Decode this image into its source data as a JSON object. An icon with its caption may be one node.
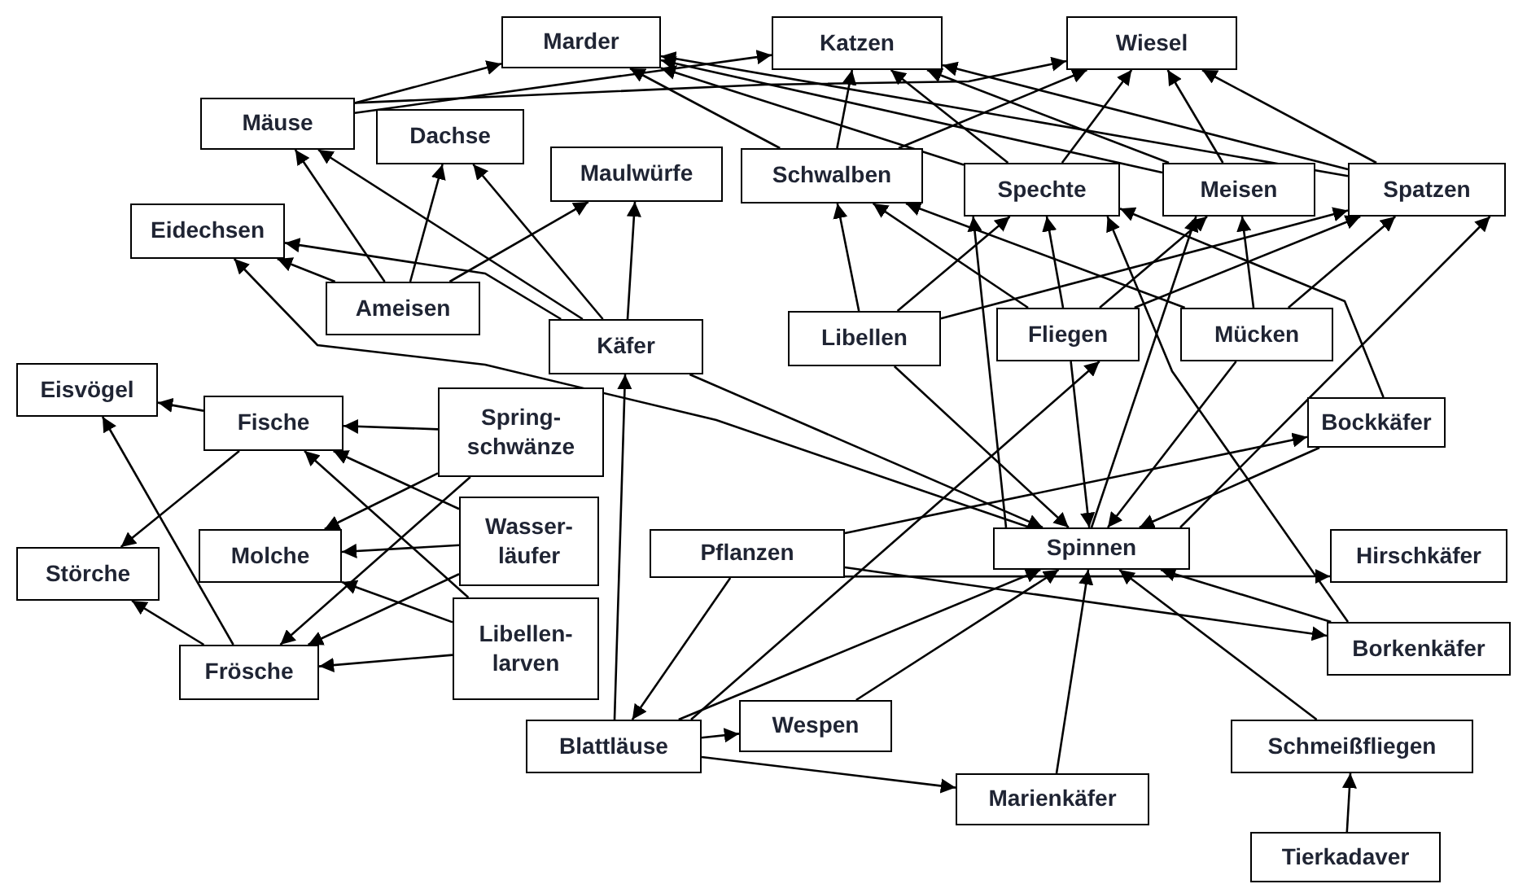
{
  "diagram": {
    "nodes": [
      {
        "text": [
          "Marder"
        ]
      },
      {
        "text": [
          "Katzen"
        ]
      },
      {
        "text": [
          "Wiesel"
        ]
      },
      {
        "text": [
          "Mäuse"
        ]
      },
      {
        "text": [
          "Dachse"
        ]
      },
      {
        "text": [
          "Maulwürfe"
        ]
      },
      {
        "text": [
          "Schwalben"
        ]
      },
      {
        "text": [
          "Spechte"
        ]
      },
      {
        "text": [
          "Meisen"
        ]
      },
      {
        "text": [
          "Spatzen"
        ]
      },
      {
        "text": [
          "Eidechsen"
        ]
      },
      {
        "text": [
          "Ameisen"
        ]
      },
      {
        "text": [
          "Käfer"
        ]
      },
      {
        "text": [
          "Libellen"
        ]
      },
      {
        "text": [
          "Fliegen"
        ]
      },
      {
        "text": [
          "Mücken"
        ]
      },
      {
        "text": [
          "Eisvögel"
        ]
      },
      {
        "text": [
          "Fische"
        ]
      },
      {
        "text": [
          "Spring- schwänze"
        ]
      },
      {
        "text": [
          "Bockkäfer"
        ]
      },
      {
        "text": [
          "Molche"
        ]
      },
      {
        "text": [
          "Wasser- läufer"
        ]
      },
      {
        "text": [
          "Pflanzen"
        ]
      },
      {
        "text": [
          "Spinnen"
        ]
      },
      {
        "text": [
          "Hirschkäfer"
        ]
      },
      {
        "text": [
          "Störche"
        ]
      },
      {
        "text": [
          "Libellen- larven"
        ]
      },
      {
        "text": [
          "Frösche"
        ]
      },
      {
        "text": [
          "Borkenkäfer"
        ]
      },
      {
        "text": [
          "Blattläuse"
        ]
      },
      {
        "text": [
          "Wespen"
        ]
      },
      {
        "text": [
          "Schmeißfliegen"
        ]
      },
      {
        "text": [
          "Marienkäfer"
        ]
      },
      {
        "text": [
          "Tierkadaver"
        ]
      }
    ],
    "edges": [
      {
        "from": 3,
        "to": 0,
        "arrow": "to"
      },
      {
        "from": 3,
        "to": 1,
        "arrow": "to"
      },
      {
        "from": 3,
        "to": 2,
        "arrow": "to"
      },
      {
        "from": 6,
        "to": 0,
        "arrow": "to"
      },
      {
        "from": 7,
        "to": 0,
        "arrow": "to"
      },
      {
        "from": 8,
        "to": 0,
        "arrow": "to"
      },
      {
        "from": 9,
        "to": 0,
        "arrow": "to"
      },
      {
        "from": 6,
        "to": 1,
        "arrow": "to"
      },
      {
        "from": 7,
        "to": 1,
        "arrow": "to"
      },
      {
        "from": 8,
        "to": 1,
        "arrow": "to"
      },
      {
        "from": 9,
        "to": 1,
        "arrow": "to"
      },
      {
        "from": 6,
        "to": 2,
        "arrow": "to"
      },
      {
        "from": 7,
        "to": 2,
        "arrow": "to"
      },
      {
        "from": 8,
        "to": 2,
        "arrow": "to"
      },
      {
        "from": 9,
        "to": 2,
        "arrow": "to"
      },
      {
        "from": 11,
        "to": 3,
        "arrow": "to"
      },
      {
        "from": 12,
        "to": 3,
        "arrow": "to"
      },
      {
        "from": 11,
        "to": 4,
        "arrow": "to"
      },
      {
        "from": 12,
        "to": 4,
        "arrow": "to"
      },
      {
        "from": 11,
        "to": 5,
        "arrow": "to"
      },
      {
        "from": 12,
        "to": 5,
        "arrow": "to"
      },
      {
        "from": 11,
        "to": 10,
        "arrow": "to"
      },
      {
        "from": 12,
        "to": 10,
        "arrow": "to"
      },
      {
        "from": 23,
        "to": 10,
        "arrow": "to"
      },
      {
        "from": 13,
        "to": 6,
        "arrow": "to"
      },
      {
        "from": 14,
        "to": 6,
        "arrow": "to"
      },
      {
        "from": 15,
        "to": 6,
        "arrow": "to"
      },
      {
        "from": 13,
        "to": 7,
        "arrow": "to"
      },
      {
        "from": 14,
        "to": 7,
        "arrow": "to"
      },
      {
        "from": 23,
        "to": 7,
        "arrow": "to"
      },
      {
        "from": 28,
        "to": 7,
        "arrow": "to"
      },
      {
        "from": 19,
        "to": 7,
        "arrow": "to"
      },
      {
        "from": 14,
        "to": 8,
        "arrow": "to"
      },
      {
        "from": 15,
        "to": 8,
        "arrow": "to"
      },
      {
        "from": 23,
        "to": 8,
        "arrow": "to"
      },
      {
        "from": 13,
        "to": 9,
        "arrow": "to"
      },
      {
        "from": 14,
        "to": 9,
        "arrow": "to"
      },
      {
        "from": 15,
        "to": 9,
        "arrow": "to"
      },
      {
        "from": 23,
        "to": 9,
        "arrow": "to"
      },
      {
        "from": 29,
        "to": 14,
        "arrow": "to"
      },
      {
        "from": 13,
        "to": 23,
        "arrow": "to"
      },
      {
        "from": 14,
        "to": 23,
        "arrow": "to"
      },
      {
        "from": 15,
        "to": 23,
        "arrow": "to"
      },
      {
        "from": 12,
        "to": 23,
        "arrow": "to"
      },
      {
        "from": 19,
        "to": 23,
        "arrow": "to"
      },
      {
        "from": 28,
        "to": 23,
        "arrow": "to"
      },
      {
        "from": 29,
        "to": 23,
        "arrow": "to"
      },
      {
        "from": 30,
        "to": 23,
        "arrow": "to"
      },
      {
        "from": 32,
        "to": 23,
        "arrow": "to"
      },
      {
        "from": 31,
        "to": 23,
        "arrow": "to"
      },
      {
        "from": 22,
        "to": 19,
        "arrow": "to"
      },
      {
        "from": 22,
        "to": 24,
        "arrow": "to"
      },
      {
        "from": 22,
        "to": 28,
        "arrow": "to"
      },
      {
        "from": 22,
        "to": 29,
        "arrow": "to"
      },
      {
        "from": 29,
        "to": 30,
        "arrow": "to"
      },
      {
        "from": 29,
        "to": 32,
        "arrow": "to"
      },
      {
        "from": 33,
        "to": 31,
        "arrow": "to"
      },
      {
        "from": 29,
        "to": 12,
        "arrow": "to"
      },
      {
        "from": 17,
        "to": 16,
        "arrow": "to"
      },
      {
        "from": 27,
        "to": 16,
        "arrow": "to"
      },
      {
        "from": 17,
        "to": 25,
        "arrow": "to"
      },
      {
        "from": 27,
        "to": 25,
        "arrow": "to"
      },
      {
        "from": 18,
        "to": 17,
        "arrow": "to"
      },
      {
        "from": 18,
        "to": 20,
        "arrow": "to"
      },
      {
        "from": 18,
        "to": 27,
        "arrow": "to"
      },
      {
        "from": 21,
        "to": 17,
        "arrow": "to"
      },
      {
        "from": 21,
        "to": 20,
        "arrow": "to"
      },
      {
        "from": 21,
        "to": 27,
        "arrow": "to"
      },
      {
        "from": 26,
        "to": 17,
        "arrow": "to"
      },
      {
        "from": 26,
        "to": 20,
        "arrow": "to"
      },
      {
        "from": 26,
        "to": 27,
        "arrow": "to"
      }
    ]
  }
}
